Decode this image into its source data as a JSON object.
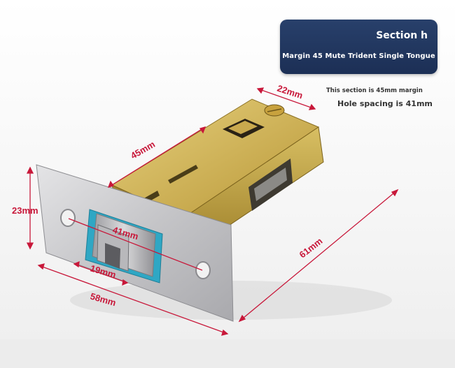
{
  "badge": {
    "title": "Section h",
    "subtitle": "Margin 45 Mute Trident Single Tongue"
  },
  "notes": {
    "line1": "This section is 45mm margin",
    "line2": "Hole spacing is 41mm"
  },
  "dimensions": {
    "depth": "22mm",
    "backset": "45mm",
    "plate_height": "23mm",
    "hole_spacing": "41mm",
    "body_length": "61mm",
    "tongue_width": "19mm",
    "plate_length": "58mm"
  },
  "colors": {
    "dimension_red": "#c8183a",
    "badge_navy": "#22375f",
    "brass": "#c2a64a",
    "steel": "#c9c9cb",
    "seal_teal": "#2fa7c4"
  }
}
